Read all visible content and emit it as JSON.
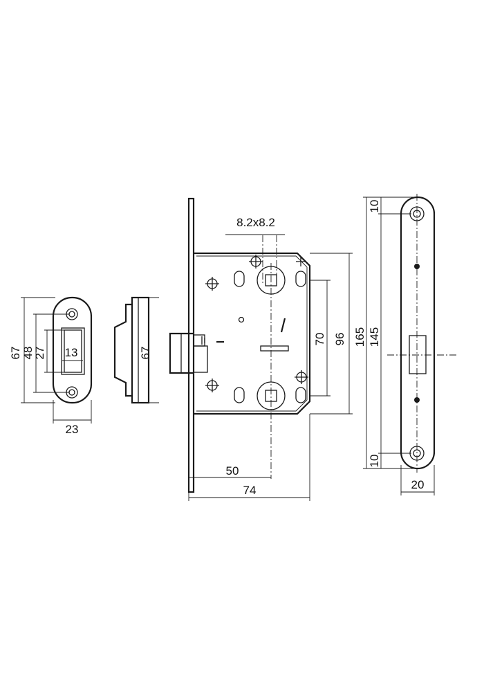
{
  "diagram": {
    "strike_plate": {
      "dim_height": "67",
      "dim_outer": "48",
      "dim_inner": "27",
      "dim_slot": "13",
      "dim_width": "23"
    },
    "strike_side": {
      "dim_height": "67"
    },
    "lock_body": {
      "dim_square": "8.2x8.2",
      "dim_spacing": "70",
      "dim_height": "96",
      "dim_backset": "50",
      "dim_depth": "74"
    },
    "faceplate": {
      "dim_length": "165",
      "dim_holes": "145",
      "dim_top_offset": "10",
      "dim_bottom_offset": "10",
      "dim_width": "20"
    }
  }
}
